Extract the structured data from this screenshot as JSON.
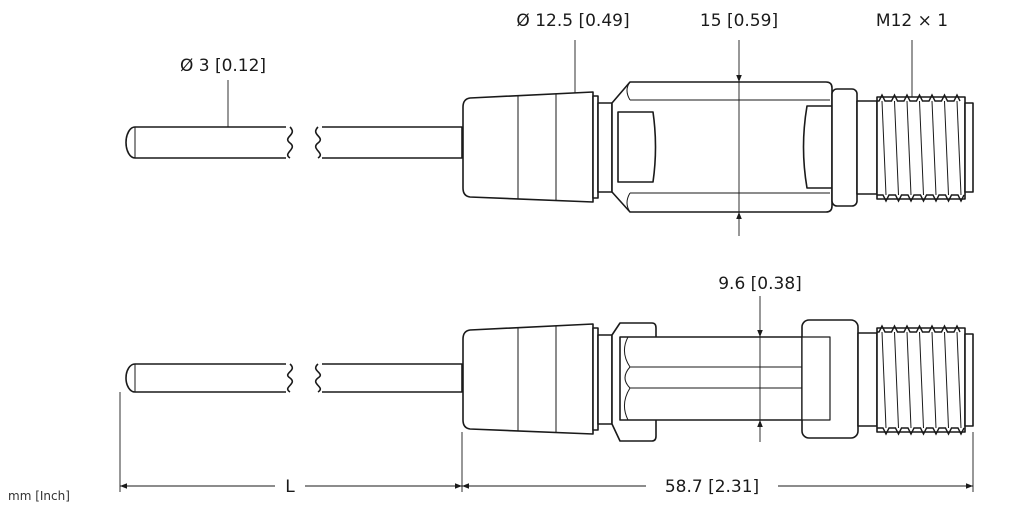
{
  "drawing": {
    "top_view": {
      "cable_diameter_label": "Ø 3 [0.12]",
      "boot_diameter_label": "Ø 12.5 [0.49]",
      "nut_width_label": "15 [0.59]",
      "thread_label": "M12 × 1"
    },
    "bottom_view": {
      "flat_width_label": "9.6 [0.38]",
      "cable_length_label": "L",
      "connector_length_label": "58.7 [2.31]"
    },
    "units_label": "mm [Inch]",
    "line_color": "#1a1a1a"
  }
}
